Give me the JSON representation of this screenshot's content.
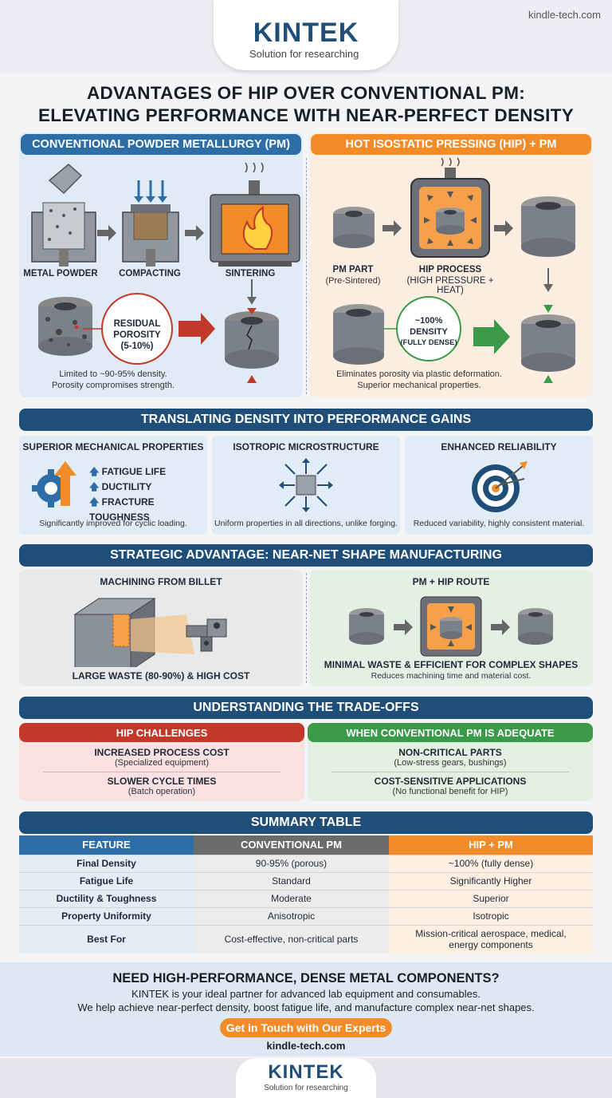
{
  "brand": {
    "name": "KINTEK",
    "tagline": "Solution for researching",
    "site": "kindle-tech.com"
  },
  "title": {
    "line1": "ADVANTAGES OF HIP OVER CONVENTIONAL PM:",
    "line2": "ELEVATING PERFORMANCE WITH NEAR-PERFECT DENSITY"
  },
  "conventional": {
    "header": "CONVENTIONAL POWDER METALLURGY (PM)",
    "steps": [
      "METAL POWDER",
      "COMPACTING",
      "SINTERING"
    ],
    "porosity_label": [
      "RESIDUAL",
      "POROSITY",
      "(5-10%)"
    ],
    "note": [
      "Limited to ~90-95% density.",
      "Porosity compromises strength."
    ]
  },
  "hip": {
    "header": "HOT ISOSTATIC PRESSING (HIP) + PM",
    "part_label": "PM PART",
    "part_sub": "(Pre-Sintered)",
    "process_label": "HIP PROCESS",
    "process_sub": "(HIGH PRESSURE + HEAT)",
    "density_label": [
      "~100%",
      "DENSITY",
      "(FULLY DENSE)"
    ],
    "note": [
      "Eliminates porosity via plastic deformation.",
      "Superior mechanical properties."
    ]
  },
  "performance": {
    "header": "TRANSLATING DENSITY INTO PERFORMANCE GAINS",
    "cards": [
      {
        "title": "SUPERIOR MECHANICAL PROPERTIES",
        "caption": "Significantly improved for cyclic loading."
      },
      {
        "title": "ISOTROPIC MICROSTRUCTURE",
        "caption": "Uniform properties in all directions, unlike forging."
      },
      {
        "title": "ENHANCED RELIABILITY",
        "caption": "Reduced variability, highly consistent material."
      }
    ],
    "mech_items": [
      "FATIGUE LIFE",
      "DUCTILITY",
      "FRACTURE TOUGHNESS"
    ]
  },
  "nearnet": {
    "header": "STRATEGIC ADVANTAGE: NEAR-NET SHAPE MANUFACTURING",
    "left_title": "MACHINING FROM BILLET",
    "left_caption": "LARGE WASTE (80-90%) & HIGH COST",
    "right_title": "PM + HIP ROUTE",
    "right_caption": "MINIMAL WASTE & EFFICIENT FOR COMPLEX SHAPES",
    "right_sub": "Reduces machining time and material cost."
  },
  "tradeoffs": {
    "header": "UNDERSTANDING THE TRADE-OFFS",
    "left_header": "HIP CHALLENGES",
    "left_items": [
      {
        "title": "INCREASED PROCESS COST",
        "sub": "(Specialized equipment)"
      },
      {
        "title": "SLOWER CYCLE TIMES",
        "sub": "(Batch operation)"
      }
    ],
    "right_header": "WHEN CONVENTIONAL PM IS ADEQUATE",
    "right_items": [
      {
        "title": "NON-CRITICAL PARTS",
        "sub": "(Low-stress gears, bushings)"
      },
      {
        "title": "COST-SENSITIVE APPLICATIONS",
        "sub": "(No functional benefit for HIP)"
      }
    ]
  },
  "summary": {
    "header": "SUMMARY TABLE",
    "columns": [
      "FEATURE",
      "CONVENTIONAL PM",
      "HIP + PM"
    ],
    "rows": [
      [
        "Final Density",
        "90-95% (porous)",
        "~100% (fully dense)"
      ],
      [
        "Fatigue Life",
        "Standard",
        "Significantly Higher"
      ],
      [
        "Ductility & Toughness",
        "Moderate",
        "Superior"
      ],
      [
        "Property Uniformity",
        "Anisotropic",
        "Isotropic"
      ],
      [
        "Best For",
        "Cost-effective, non-critical parts",
        "Mission-critical aerospace, medical,",
        "energy components"
      ]
    ]
  },
  "cta": {
    "headline": "NEED HIGH-PERFORMANCE, DENSE METAL COMPONENTS?",
    "line1": "KINTEK is your ideal partner for advanced lab equipment and consumables.",
    "line2": "We help achieve near-perfect density, boost fatigue life, and manufacture complex near-net shapes.",
    "button": "Get in Touch with Our Experts",
    "url": "kindle-tech.com"
  },
  "colors": {
    "navy": "#1f4e79",
    "blue": "#2e6ea6",
    "orange": "#f28c28",
    "red": "#c0392b",
    "green": "#3a9a4a",
    "gray": "#6b6b6b"
  }
}
